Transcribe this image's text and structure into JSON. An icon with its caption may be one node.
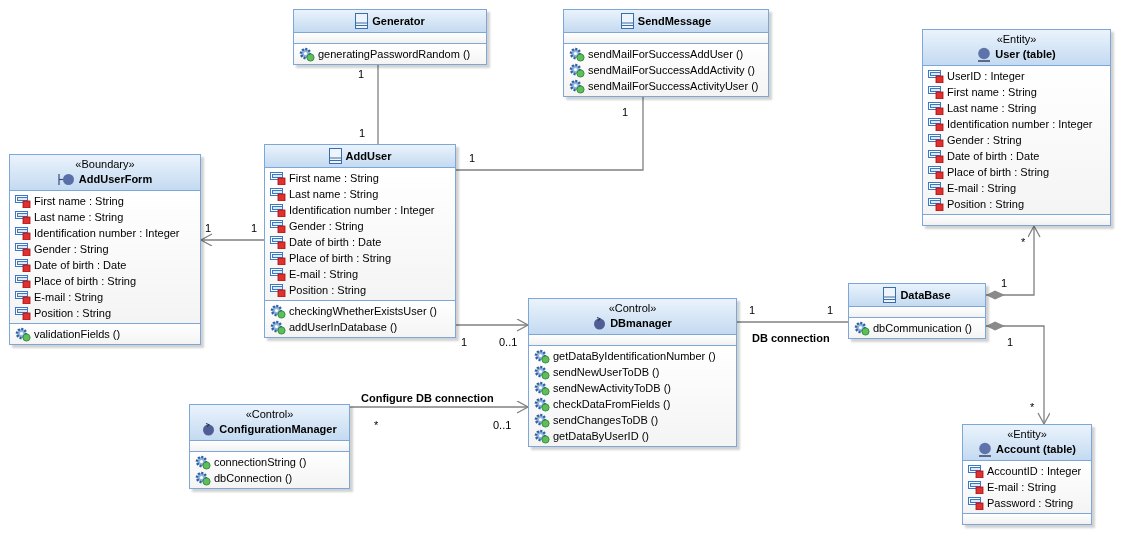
{
  "diagram": {
    "nodes": [
      {
        "text": [
          "Generator"
        ]
      },
      {
        "text": [],
        "shape": "box",
        "in": 0
      },
      {
        "text": [
          "generatingPasswordRandom ()"
        ],
        "in": 0
      },
      {
        "text": [
          "SendMessage"
        ]
      },
      {
        "text": [],
        "shape": "box",
        "in": 3
      },
      {
        "text": [
          "sendMailForSuccessAddUser ()",
          "sendMailForSuccessAddActivity ()",
          "sendMailForSuccessActivityUser ()"
        ],
        "in": 3
      },
      {
        "text": [
          "«Entity»",
          "User (table)"
        ]
      },
      {
        "text": [
          "UserID : Integer",
          "First name : String",
          "Last name : String",
          "Identification number : Integer",
          "Gender : String",
          "Date of birth : Date",
          "Place of birth : String",
          "E-mail : String",
          "Position : String"
        ],
        "in": 6
      },
      {
        "text": [],
        "shape": "box",
        "in": 6
      },
      {
        "text": [
          "«Boundary»",
          "AddUserForm"
        ]
      },
      {
        "text": [
          "First name : String",
          "Last name : String",
          "Identification number : Integer",
          "Gender : String",
          "Date of birth : Date",
          "Place of birth : String",
          "E-mail : String",
          "Position : String"
        ],
        "in": 9
      },
      {
        "text": [
          "validationFields ()"
        ],
        "in": 9
      },
      {
        "text": [
          "AddUser"
        ]
      },
      {
        "text": [
          "First name : String",
          "Last name : String",
          "Identification number : Integer",
          "Gender : String",
          "Date of birth : Date",
          "Place of birth : String",
          "E-mail : String",
          "Position : String"
        ],
        "in": 12
      },
      {
        "text": [
          "checkingWhetherExistsUser ()",
          "addUserInDatabase ()"
        ],
        "in": 12
      },
      {
        "text": [
          "DataBase"
        ]
      },
      {
        "text": [],
        "shape": "box",
        "in": 15
      },
      {
        "text": [
          "dbCommunication ()"
        ],
        "in": 15
      },
      {
        "text": [
          "«Control»",
          "DBmanager"
        ]
      },
      {
        "text": [],
        "shape": "box",
        "in": 18
      },
      {
        "text": [
          "getDataByIdentificationNumber ()",
          "sendNewUserToDB ()",
          "sendNewActivityToDB ()",
          "checkDataFromFields ()",
          "sendChangesToDB ()",
          "getDataByUserID ()"
        ],
        "in": 18
      },
      {
        "text": [
          "«Control»",
          "ConfigurationManager"
        ]
      },
      {
        "text": [],
        "shape": "box",
        "in": 21
      },
      {
        "text": [
          "connectionString ()",
          "dbConnection ()"
        ],
        "in": 21
      },
      {
        "text": [
          "«Entity»",
          "Account (table)"
        ]
      },
      {
        "text": [
          "AccountID : Integer",
          "E-mail : String",
          "Password : String"
        ],
        "in": 24
      },
      {
        "text": [],
        "shape": "box",
        "in": 24
      }
    ],
    "edges": [
      {
        "from": 0,
        "to": 12,
        "arrow": "none"
      },
      {
        "from": 3,
        "to": 12,
        "arrow": "none"
      },
      {
        "from": 12,
        "to": 9,
        "arrow": "to"
      },
      {
        "from": 12,
        "to": 18,
        "arrow": "to"
      },
      {
        "from": 21,
        "to": 18,
        "arrow": "to",
        "label": "Configure DB connection"
      },
      {
        "from": 18,
        "to": 15,
        "arrow": "none",
        "label": "DB connection"
      },
      {
        "from": 15,
        "to": 6,
        "arrow": "to"
      },
      {
        "from": 15,
        "to": 24,
        "arrow": "to"
      }
    ],
    "labels": [
      "1",
      "1",
      "1",
      "1",
      "1",
      "1",
      "*",
      "1",
      "1",
      "1",
      "1",
      "0..1",
      "1",
      "*",
      "0..1",
      "*"
    ]
  }
}
